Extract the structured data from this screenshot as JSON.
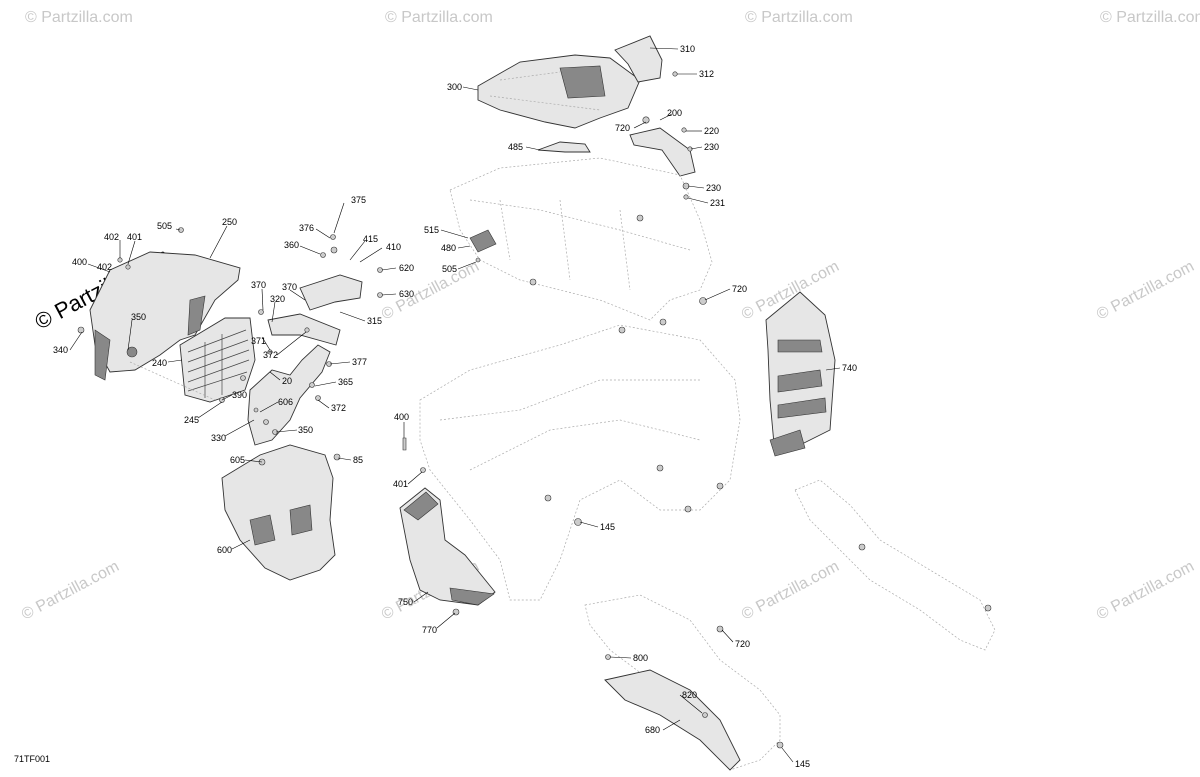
{
  "diagram_code": "71TF001",
  "watermark_text": "© Partzilla.com",
  "callouts": [
    "300",
    "310",
    "312",
    "200",
    "720",
    "220",
    "230",
    "485",
    "230",
    "231",
    "515",
    "480",
    "505",
    "720",
    "740",
    "505",
    "402",
    "401",
    "402",
    "400",
    "250",
    "375",
    "376",
    "360",
    "415",
    "410",
    "620",
    "630",
    "370",
    "320",
    "370",
    "315",
    "340",
    "350",
    "240",
    "371",
    "372",
    "377",
    "20",
    "365",
    "390",
    "606",
    "372",
    "245",
    "330",
    "350",
    "605",
    "85",
    "600",
    "400",
    "401",
    "145",
    "750",
    "770",
    "720",
    "800",
    "820",
    "680",
    "145"
  ]
}
